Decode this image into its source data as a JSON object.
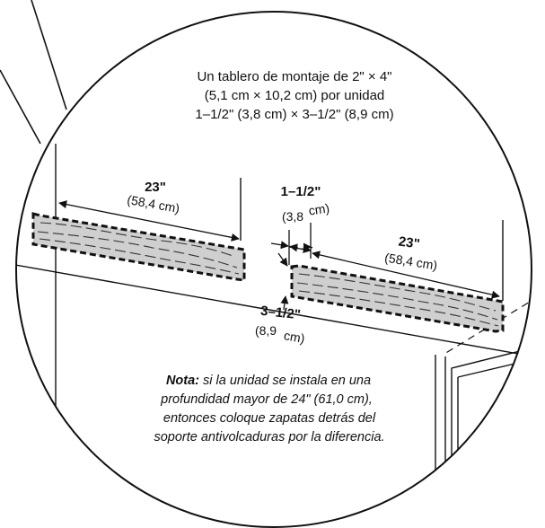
{
  "header": {
    "line1": "Un tablero de montaje de 2\" × 4\"",
    "line2": "(5,1 cm × 10,2 cm) por unidad",
    "line3": "1–1/2\" (3,8 cm) × 3–1/2\" (8,9 cm)"
  },
  "dims": {
    "left_length": "23\"",
    "left_length_metric": "(58,4 cm)",
    "gap": "1–1/2\"",
    "gap_metric_a": "(3,8",
    "gap_metric_b": "cm)",
    "right_length": "23\"",
    "right_length_metric": "(58,4 cm)",
    "depth": "3–1/2\"",
    "depth_metric_a": "(8,9",
    "depth_metric_b": "cm)"
  },
  "note": {
    "label": "Nota:",
    "line1": " si la unidad se instala en una",
    "line2": "profundidad mayor de 24\" (61,0 cm),",
    "line3": "entonces coloque zapatas detrás del",
    "line4": "soporte antivolcaduras por la diferencia."
  }
}
